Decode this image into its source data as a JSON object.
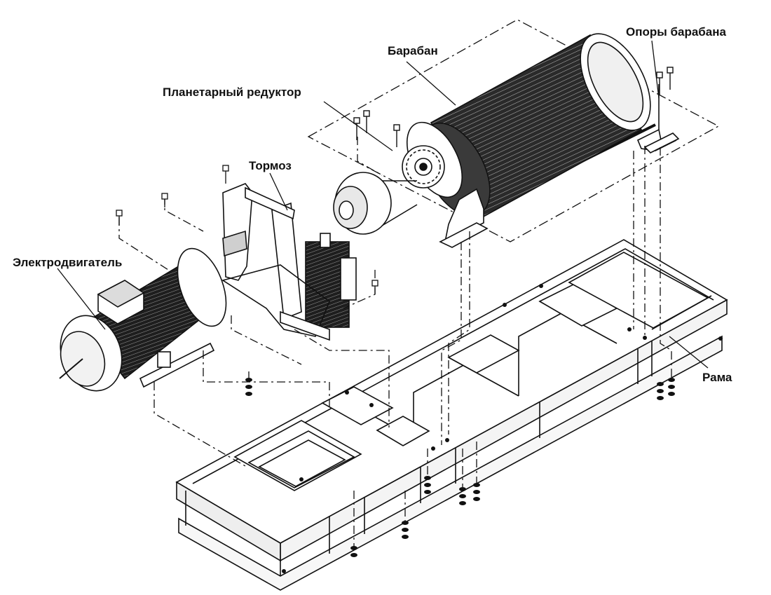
{
  "labels": {
    "drum": "Барабан",
    "drum_supports": "Опоры барабана",
    "gearbox": "Планетарный редуктор",
    "brake": "Тормоз",
    "motor": "Электродвигатель",
    "frame": "Рама"
  },
  "colors": {
    "ink": "#111111",
    "paper": "#ffffff",
    "shade": "#2a2a2a"
  }
}
